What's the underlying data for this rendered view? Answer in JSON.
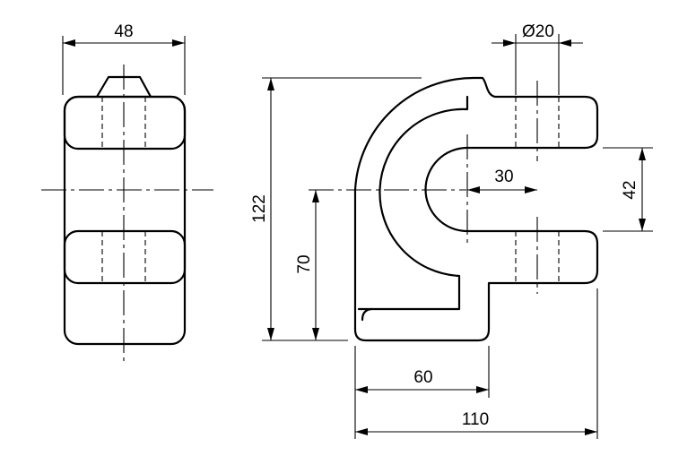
{
  "drawing": {
    "dimensions": {
      "side_width": "48",
      "bore_diameter": "Ø20",
      "overall_height": "122",
      "center_height": "70",
      "slot_depth": "30",
      "slot_width": "42",
      "base_length": "60",
      "overall_length": "110"
    }
  }
}
